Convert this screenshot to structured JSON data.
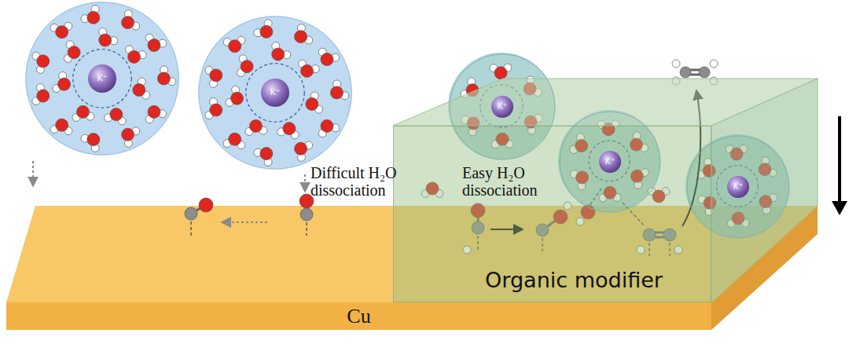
{
  "diagram": {
    "nodes": [
      {
        "text": [
          "K⁺"
        ]
      },
      {
        "text": [
          "K⁺"
        ]
      },
      {
        "text": [
          "Organic modifier"
        ]
      },
      {
        "text": [
          "K⁺"
        ],
        "in": 2
      },
      {
        "text": [
          "K⁺"
        ],
        "in": 2
      },
      {
        "text": [
          "K⁺"
        ],
        "in": 2
      },
      {
        "text": [
          "Cu"
        ]
      }
    ],
    "labels": [
      "Difficult H₂O dissociation",
      "Easy H₂O dissociation"
    ]
  }
}
